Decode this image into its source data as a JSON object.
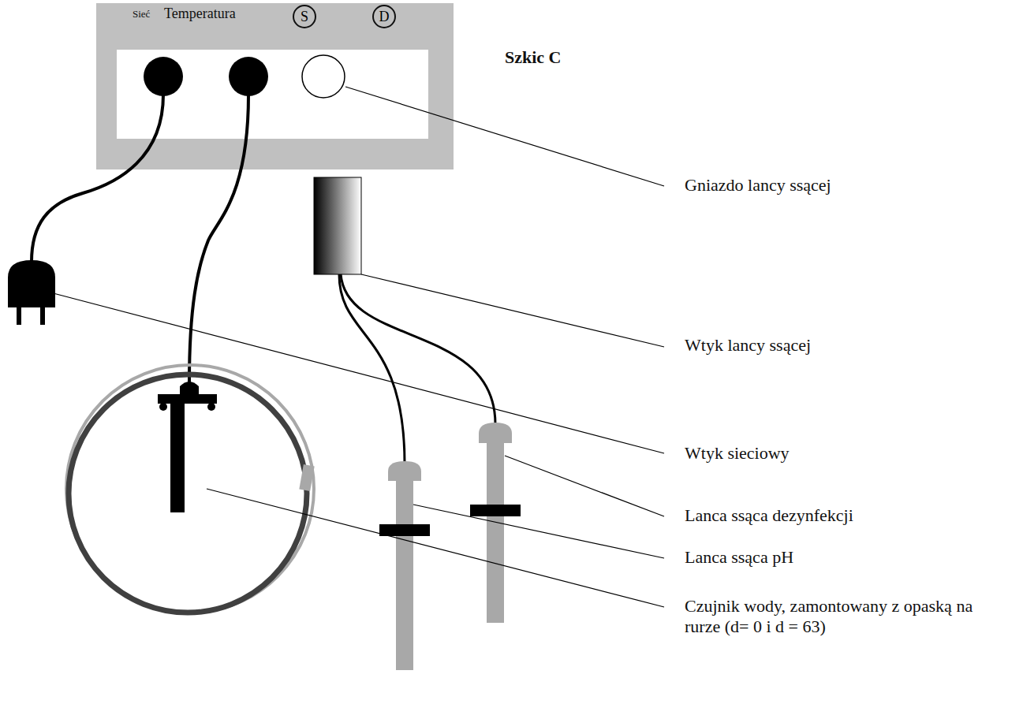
{
  "diagram": {
    "title": "Szkic C",
    "nodes": [
      {
        "text": [
          "Sieć",
          "Temperatura"
        ]
      },
      {
        "text": [
          "S"
        ],
        "in": 0
      },
      {
        "text": [
          "D"
        ],
        "in": 0
      }
    ],
    "labels": [
      "Gniazdo lancy ssącej",
      "Wtyk lancy ssącej",
      "Wtyk sieciowy",
      "Lanca ssąca dezynfekcji",
      "Lanca ssąca pH",
      "Czujnik wody, zamontowany z opaską na rurze (d= 0 i d = 63)"
    ]
  }
}
